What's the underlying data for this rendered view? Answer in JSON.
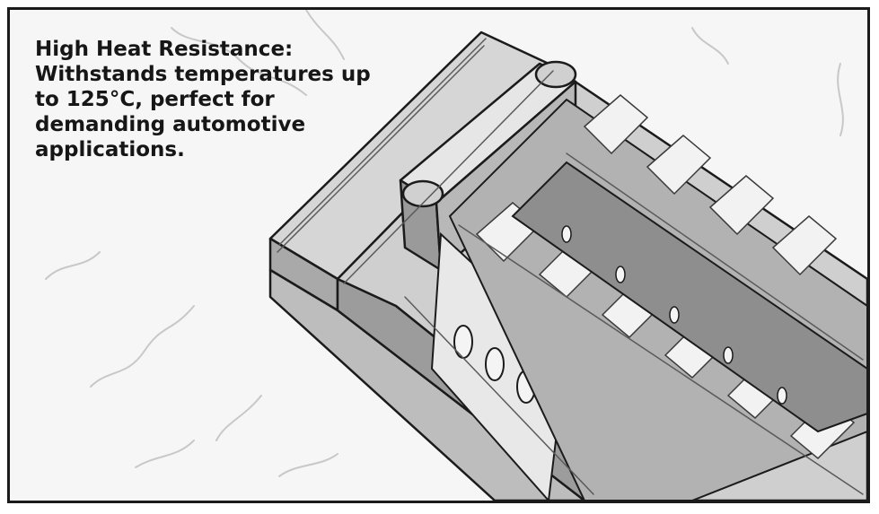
{
  "caption": {
    "title": "High Heat Resistance:",
    "body": "Withstands temperatures up to 125°C, perfect for demanding automotive applications."
  },
  "illustration": {
    "subject": "sketch-connector-housing",
    "palette": {
      "ink": "#1b1b1b",
      "light": "#e4e4e4",
      "mid": "#bcbcbc",
      "dark": "#8a8a8a",
      "paper": "#f6f6f6"
    }
  }
}
